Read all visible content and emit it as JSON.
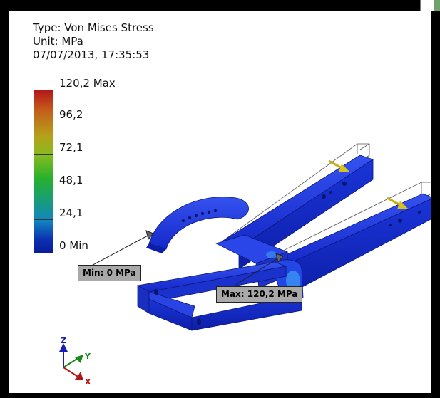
{
  "result_info": {
    "type_line": "Type: Von Mises Stress",
    "unit_line": "Unit: MPa",
    "timestamp_line": "07/07/2013, 17:35:53"
  },
  "legend": {
    "labels": [
      "120,2 Max",
      "96,2",
      "72,1",
      "48,1",
      "24,1",
      "0 Min"
    ]
  },
  "callouts": {
    "min_label": "Min: 0 MPa",
    "max_label": "Max: 120,2 MPa"
  },
  "triad": {
    "z": "Z",
    "y": "Y",
    "x": "X"
  },
  "colors": {
    "model_blue": "#1531e0",
    "legend_max": "#b31818",
    "legend_min": "#0a1c9a",
    "callout_bg": "#a9a9a9",
    "load_arrow": "#d8c21e"
  }
}
